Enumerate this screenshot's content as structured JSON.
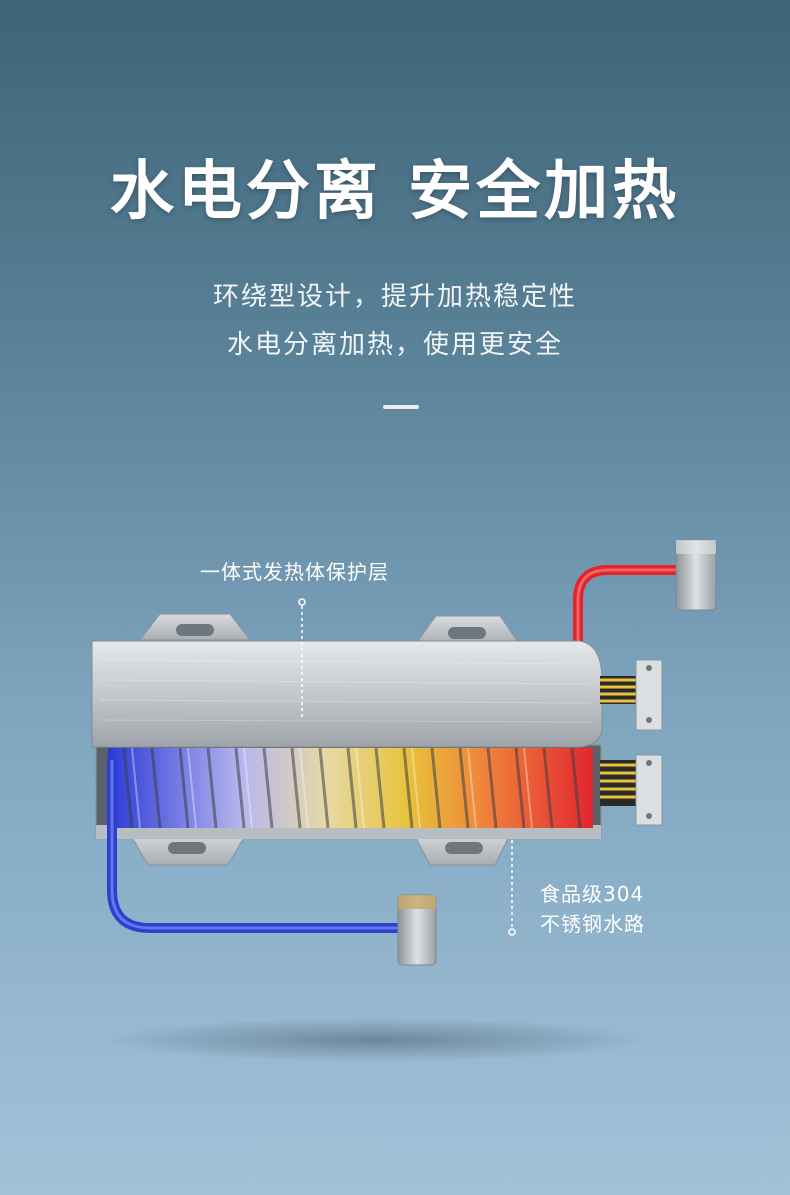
{
  "headline": "水电分离  安全加热",
  "subtitle": {
    "line1": "环绕型设计，提升加热稳定性",
    "line2": "水电分离加热，使用更安全"
  },
  "callouts": {
    "protective_layer": "一体式发热体保护层",
    "water_path_line1": "食品级304",
    "water_path_line2": "不锈钢水路"
  },
  "colors": {
    "hot_pipe": "#e2242b",
    "cold_pipe": "#2b3fd0",
    "housing": "#c9cdd2"
  },
  "illustration": "water-heater-coil-cross-section"
}
